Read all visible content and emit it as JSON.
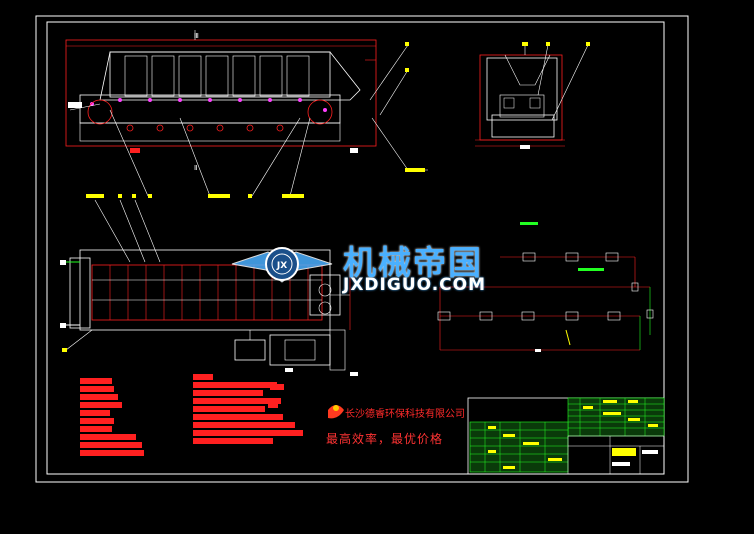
{
  "watermark": {
    "title_cn": "机械帝国",
    "title_en": "JXDIGUO.COM",
    "logo_letters": "JX"
  },
  "company": {
    "name": "长沙德睿环保科技有限公司",
    "slogan": "最高效率，最优价格"
  },
  "drawing": {
    "dimension_tag": "Ⅲ",
    "dimension_tag2": "Ⅱ"
  },
  "colors": {
    "background": "#000000",
    "frame": "#ffffff",
    "red": "#ff2020",
    "green": "#22ff22",
    "yellow": "#ffff00",
    "blue": "#4ab0ff",
    "magenta": "#ff40ff"
  }
}
